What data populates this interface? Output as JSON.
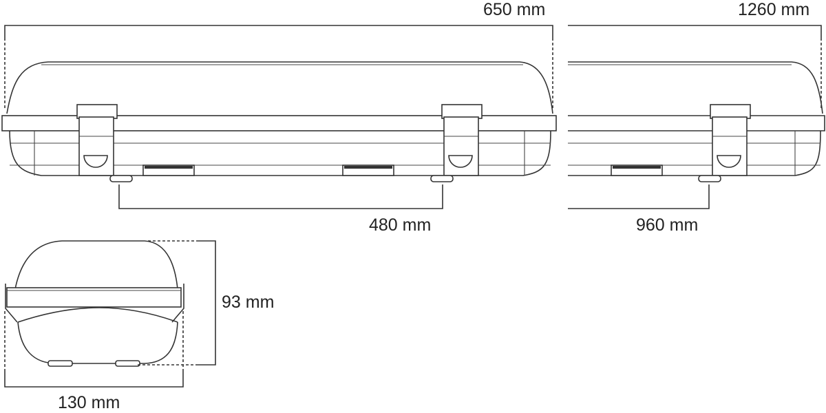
{
  "dimensions": {
    "short_length": "650 mm",
    "long_length": "1260 mm",
    "short_mount_spacing": "480 mm",
    "long_mount_spacing": "960 mm",
    "height": "93 mm",
    "width": "130 mm"
  },
  "colors": {
    "line": "#333333",
    "background": "#ffffff"
  }
}
